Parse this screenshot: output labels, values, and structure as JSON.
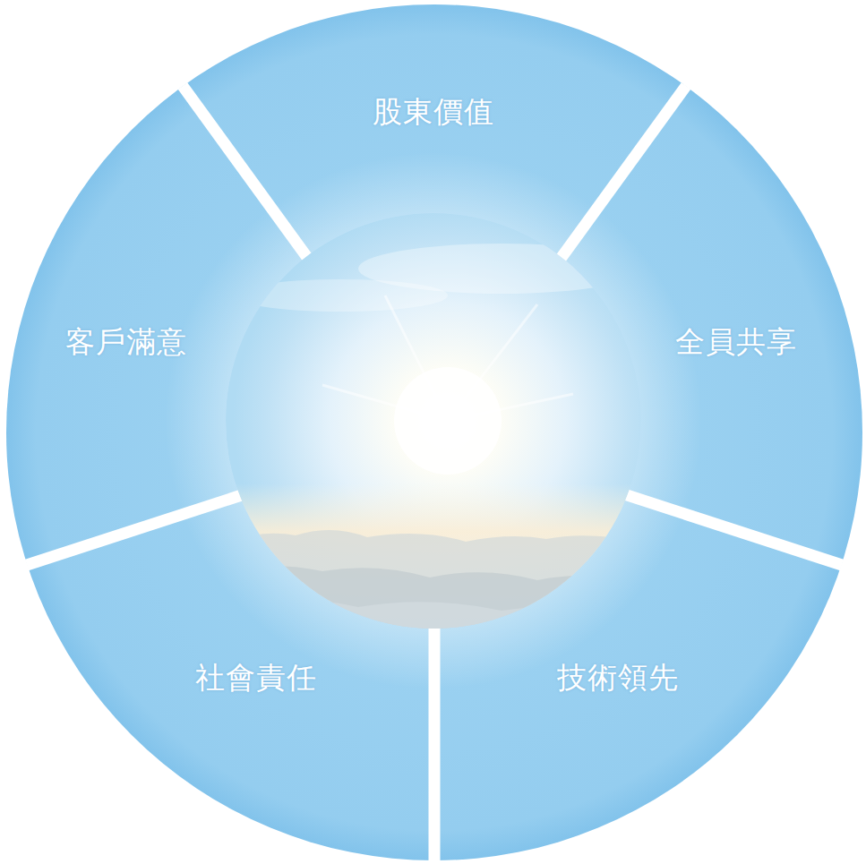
{
  "diagram": {
    "nodes": [
      {
        "text": [
          "股東價值"
        ]
      },
      {
        "text": [
          "客戶滿意"
        ]
      },
      {
        "text": [
          "全員共享"
        ]
      },
      {
        "text": [
          "社會責任"
        ]
      },
      {
        "text": [
          "技術領先"
        ]
      }
    ]
  }
}
